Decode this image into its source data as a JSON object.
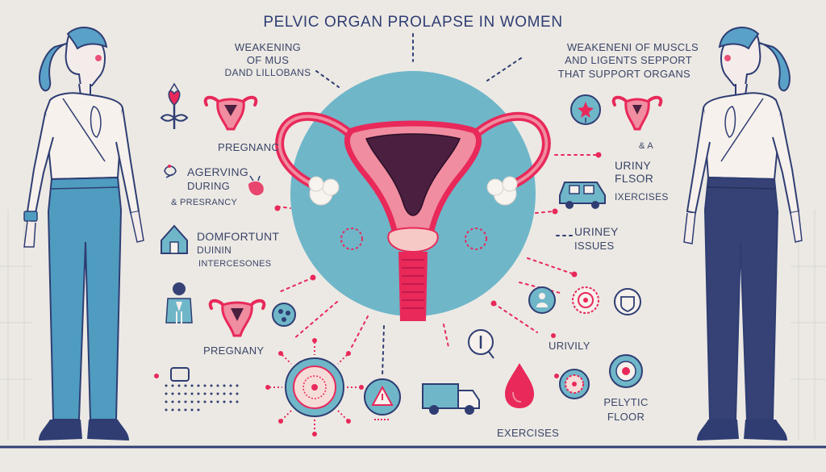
{
  "title": "PELVIC ORGAN PROLAPSE IN WOMEN",
  "labels": {
    "top_left_line1": "WEAKENING",
    "top_left_line2": "OF MUS",
    "top_left_line3": "DAND LILLOBANS",
    "top_right_line1": "WEAKENENI OF MUSCLS",
    "top_right_line2": "AND LIGENTS SEPPORT",
    "top_right_line3": "THAT SUPPORT  ORGANS",
    "pregnanc": "PREGNANC",
    "agerving": "AGERVING",
    "during": "DURING",
    "presrancy": "& PRESRANCY",
    "domfortunt": "DOMFORTUNT",
    "duinin": "DUININ",
    "intercesones": "INTERCESONES",
    "pregnany": "PREGNANY",
    "amp": "& A",
    "uriny_flsor_1": "URINY",
    "uriny_flsor_2": "FLSOR",
    "iexercises": "IXERCISES",
    "uriney": "URINEY",
    "issues": "ISSUES",
    "urivily": "URIVILY",
    "exercises": "EXERCISES",
    "pelytic_1": "PELYTIC",
    "pelytic_2": "FLOOR"
  },
  "colors": {
    "background": "#ece9e4",
    "circle": "#6fb6c9",
    "uterus_outline": "#e8295a",
    "uterus_fill": "#f08da0",
    "navy": "#2f3d73",
    "jeans_left": "#4f9cc0",
    "jeans_right": "#364275",
    "hair": "#5aa1c7"
  },
  "icons": [
    "flower-icon",
    "small-uterus-icon",
    "hands-icon",
    "house-icon",
    "person-icon",
    "network-icon",
    "car-icon",
    "target-icon",
    "shield-icon",
    "truck-icon",
    "drop-icon",
    "warning-icon",
    "cell-icon",
    "flower-badge-icon",
    "check-badge-icon"
  ]
}
